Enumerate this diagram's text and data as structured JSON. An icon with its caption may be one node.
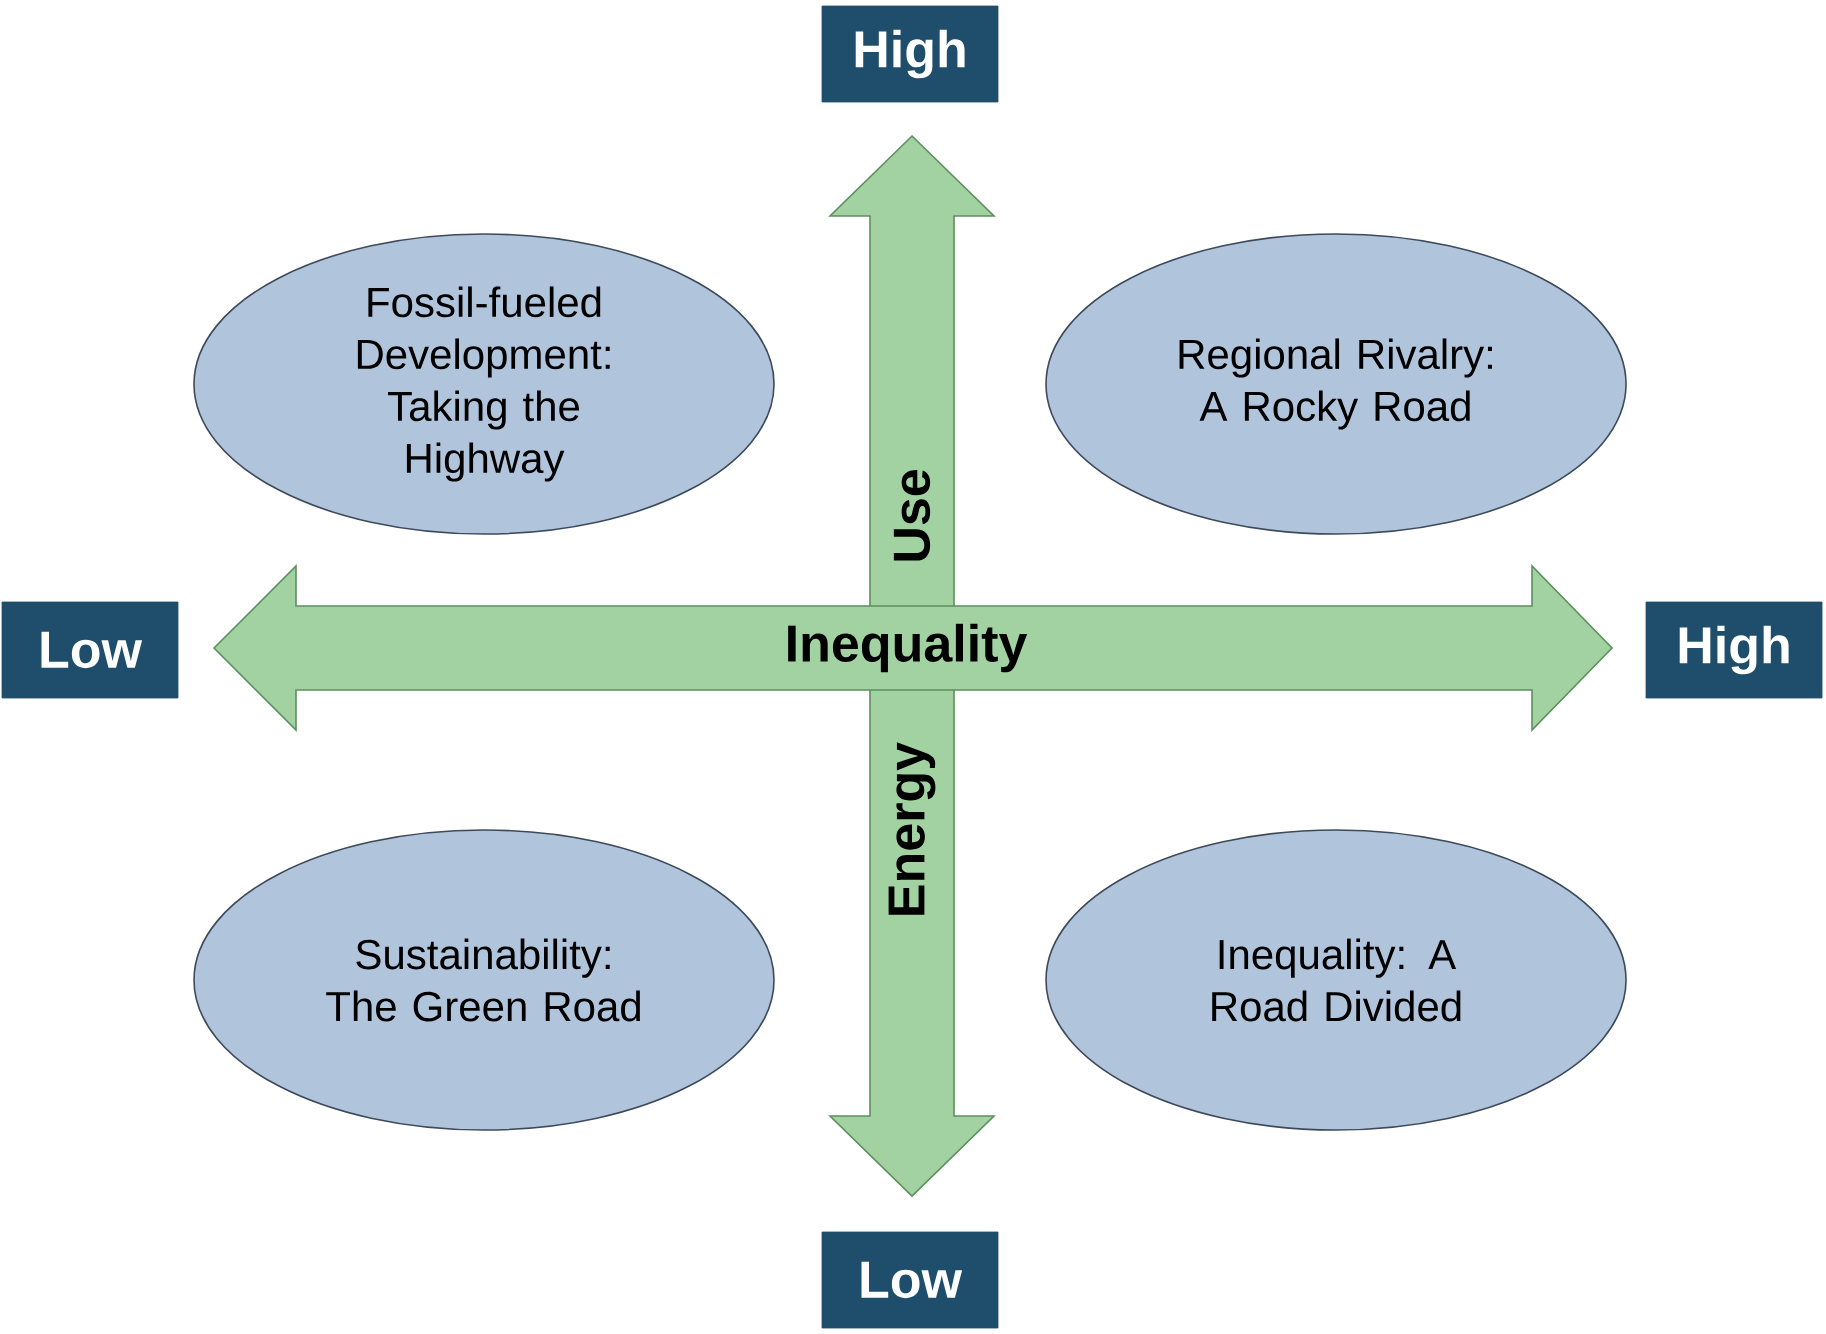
{
  "diagram": {
    "nodes": [
      {
        "text": [
          "Fossil-fueled Development: Taking the Highway"
        ]
      },
      {
        "text": [
          "Regional Rivalry: A Rocky Road"
        ]
      },
      {
        "text": [
          "Sustainability: The Green Road"
        ]
      },
      {
        "text": [
          "Inequality: A Road Divided"
        ]
      },
      {
        "text": [
          "High"
        ]
      },
      {
        "text": [
          "Low"
        ]
      },
      {
        "text": [
          "Low"
        ]
      },
      {
        "text": [
          "High"
        ]
      }
    ],
    "labels": [
      "Use",
      "Inequality",
      "Energy"
    ]
  }
}
